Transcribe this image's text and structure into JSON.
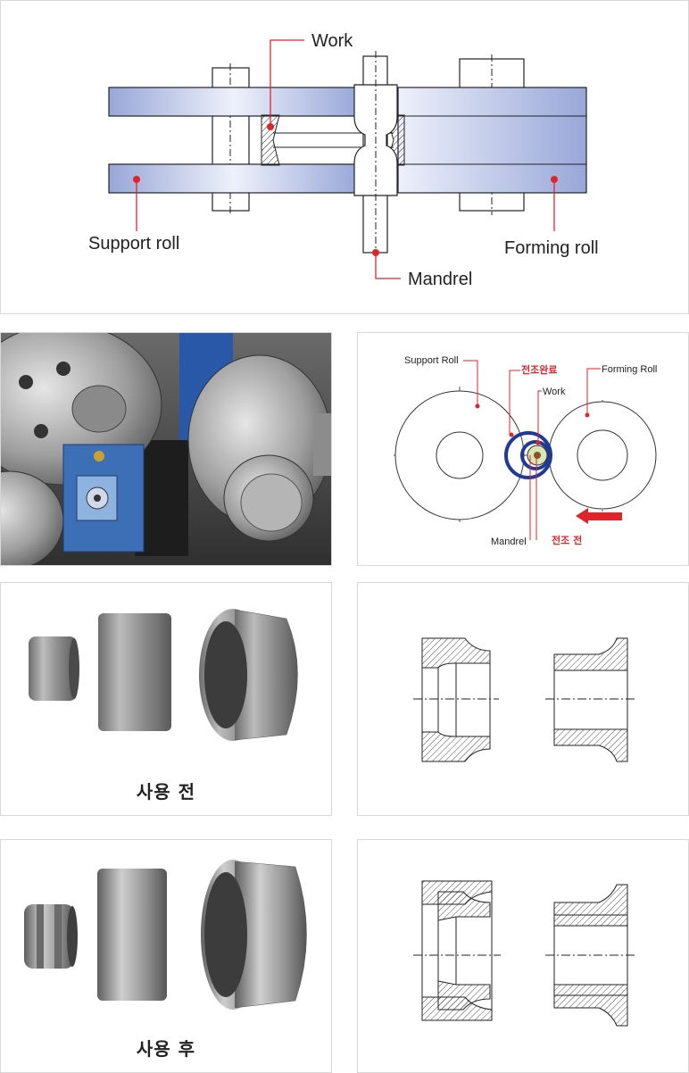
{
  "top_diagram": {
    "work": "Work",
    "support_roll": "Support roll",
    "forming_roll": "Forming roll",
    "mandrel": "Mandrel"
  },
  "circle_diagram": {
    "support_roll": "Support Roll",
    "forming_roll": "Forming Roll",
    "rolling_done": "전조완료",
    "work": "Work",
    "mandrel": "Mandrel",
    "before_rolling": "전조 전"
  },
  "captions": {
    "before_use": "사용 전",
    "after_use": "사용 후"
  },
  "colors": {
    "roll_blue": "#b8c4e6",
    "leader_red": "#e0252a",
    "ring_blue": "#1f3b96"
  }
}
